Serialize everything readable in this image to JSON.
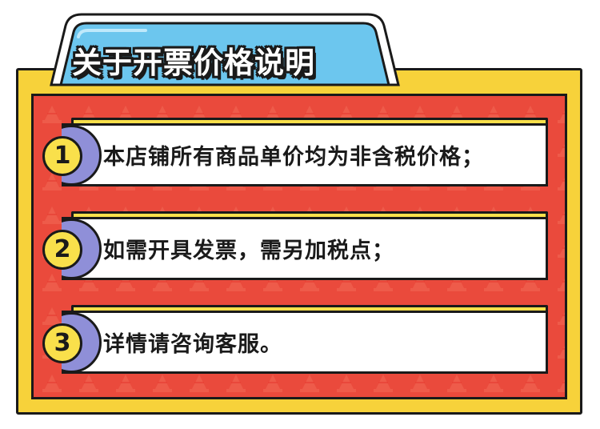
{
  "header": {
    "title": "关于开票价格说明"
  },
  "colors": {
    "frame_yellow": "#f7d23a",
    "panel_red": "#ea4a3c",
    "tab_blue": "#6cc6ee",
    "badge_yellow": "#f9e04b",
    "badge_purple": "#8f8fd8",
    "outline": "#1a1a1a"
  },
  "items": [
    {
      "number": "1",
      "text": "本店铺所有商品单价均为非含税价格；"
    },
    {
      "number": "2",
      "text": "如需开具发票，需另加税点；"
    },
    {
      "number": "3",
      "text": "详情请咨询客服。"
    }
  ]
}
